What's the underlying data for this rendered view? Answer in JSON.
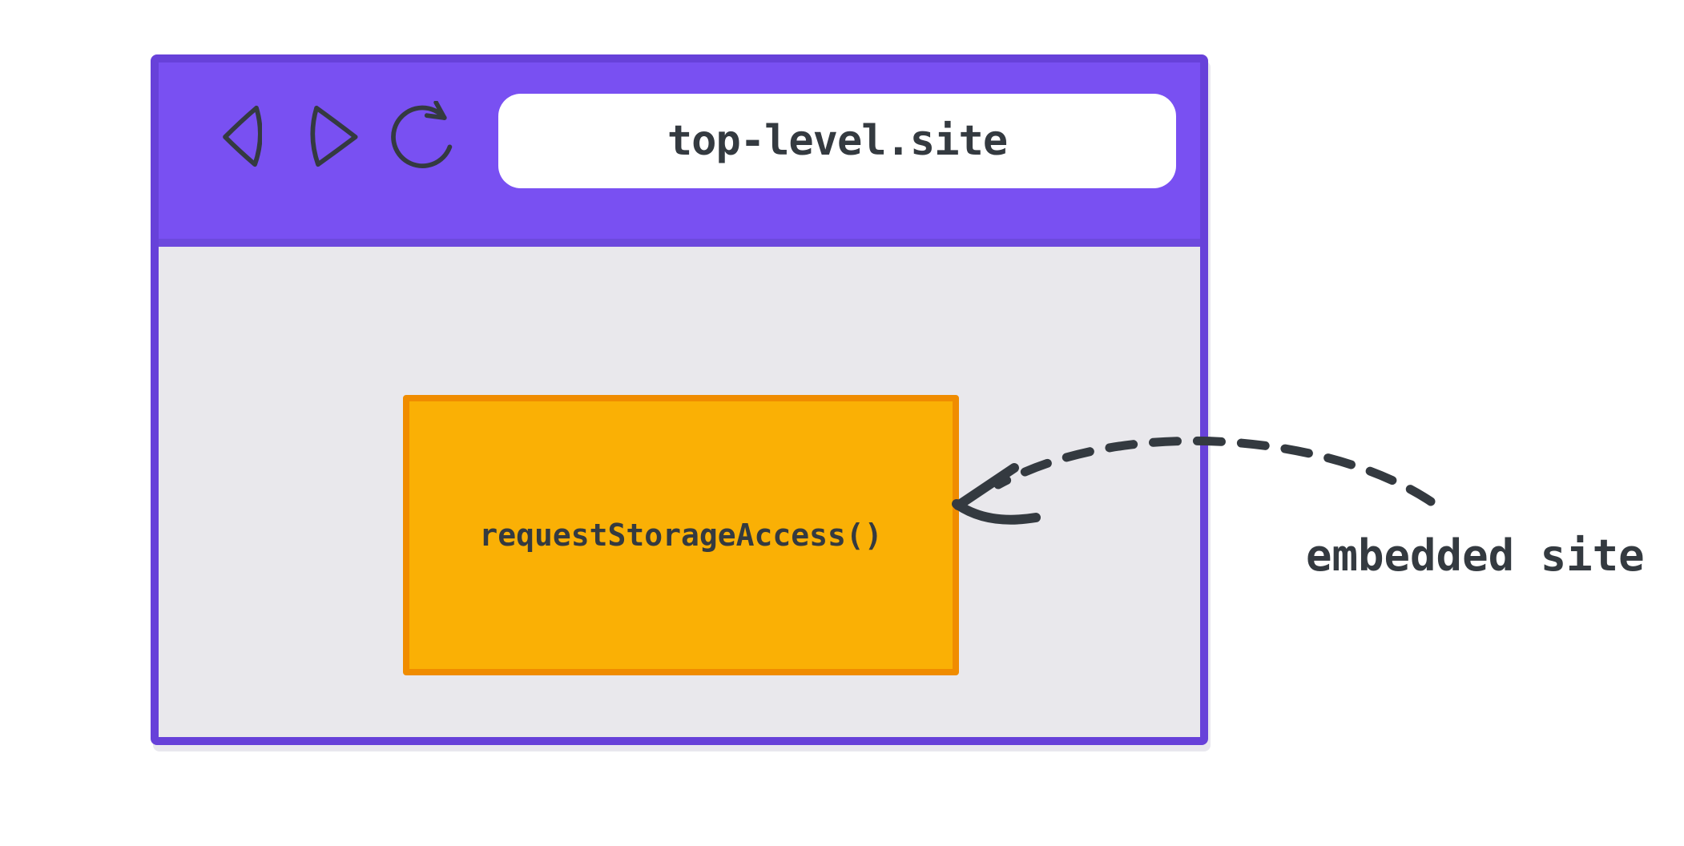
{
  "browser": {
    "toolbar": {
      "back_icon": "back",
      "forward_icon": "forward",
      "reload_icon": "reload"
    },
    "address_bar": {
      "url": "top-level.site"
    }
  },
  "embedded_frame": {
    "label": "requestStorageAccess()"
  },
  "annotation": {
    "label": "embedded site",
    "arrow": "dashed arrow pointing from label to embedded frame"
  },
  "colors": {
    "window_border": "#6741d9",
    "toolbar_bg": "#7950f2",
    "toolbar_divider": "#6d49dd",
    "address_bar_bg": "#ffffff",
    "content_bg": "#e9e8ec",
    "embed_fill": "#fab005",
    "embed_border": "#f08c00",
    "ink": "#343a40",
    "page_bg": "#ffffff"
  }
}
